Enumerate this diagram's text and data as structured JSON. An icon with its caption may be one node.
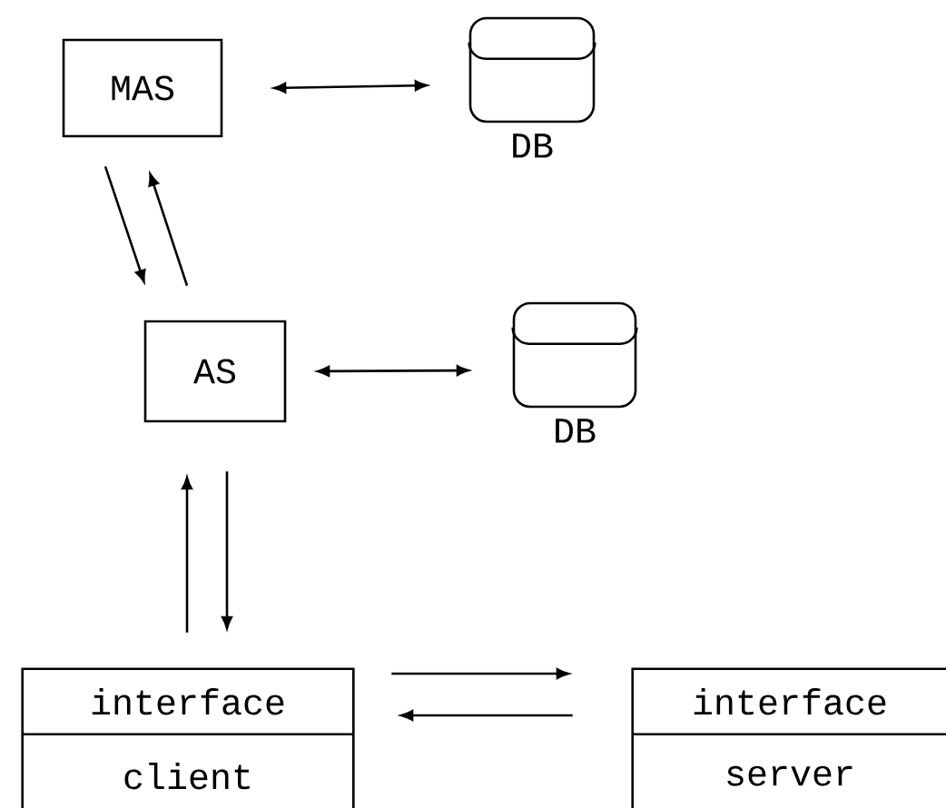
{
  "diagram": {
    "nodes": [
      {
        "text": [
          "MAS"
        ]
      },
      {
        "text": [
          "DB"
        ]
      },
      {
        "text": [
          "AS"
        ]
      },
      {
        "text": [
          "DB"
        ]
      },
      {
        "text": [
          "interface",
          "client"
        ]
      },
      {
        "text": [
          "interface",
          "server"
        ]
      }
    ],
    "edges": [
      {
        "from": 0,
        "to": 1,
        "arrow": "both"
      },
      {
        "from": 0,
        "to": 2,
        "arrow": "to"
      },
      {
        "from": 2,
        "to": 0,
        "arrow": "to"
      },
      {
        "from": 2,
        "to": 3,
        "arrow": "both"
      },
      {
        "from": 4,
        "to": 2,
        "arrow": "to"
      },
      {
        "from": 2,
        "to": 4,
        "arrow": "to"
      },
      {
        "from": 4,
        "to": 5,
        "arrow": "to"
      },
      {
        "from": 5,
        "to": 4,
        "arrow": "to"
      }
    ]
  }
}
